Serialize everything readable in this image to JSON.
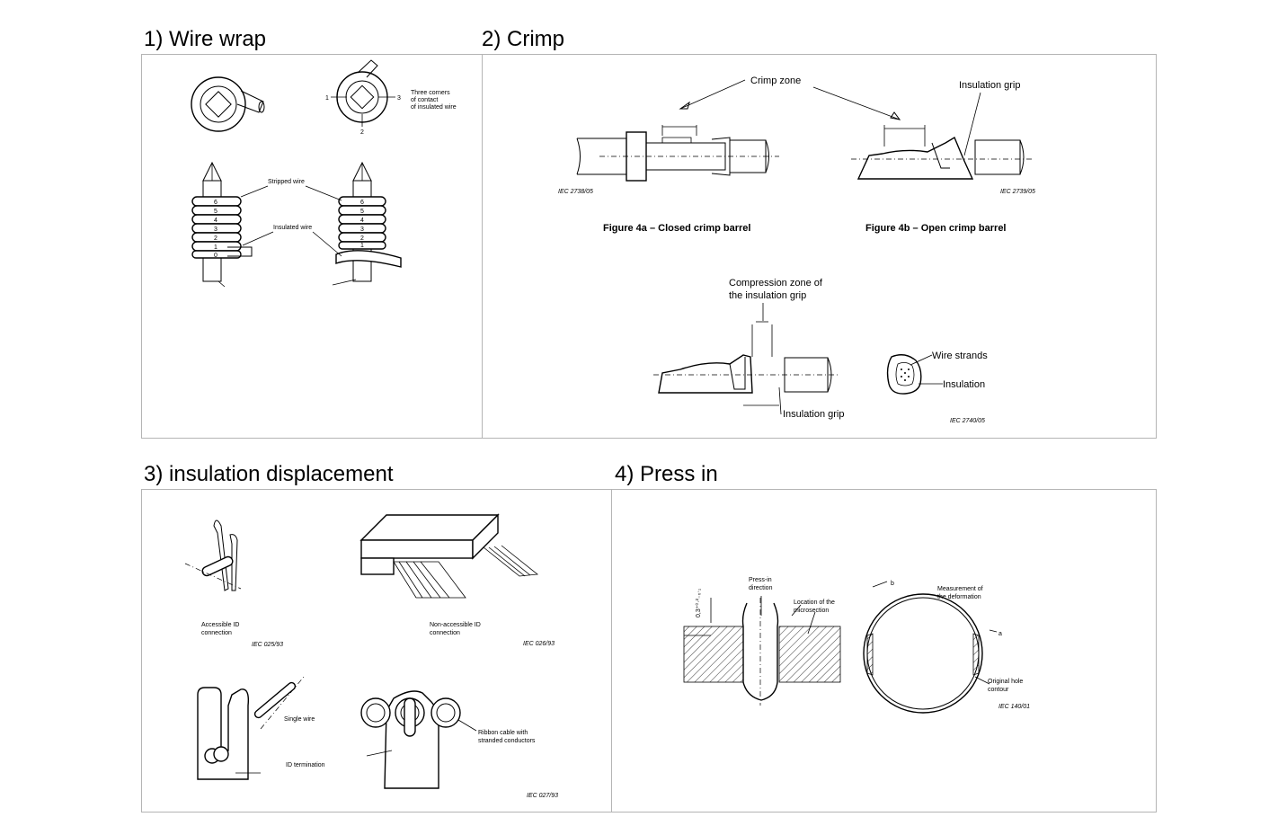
{
  "headings": {
    "wire_wrap": "1) Wire wrap",
    "crimp": "2) Crimp",
    "idc": "3) insulation displacement",
    "press_in": "4) Press in"
  },
  "wire_wrap": {
    "callout_corners": [
      "Three corners",
      "of contact",
      "of insulated wire"
    ],
    "stripped_wire": "Stripped wire",
    "insulated_wire": "Insulated wire",
    "dim_1": "1",
    "dim_2": "2",
    "dim_3": "3",
    "turns": [
      "6",
      "5",
      "4",
      "3",
      "2",
      "1",
      "0"
    ]
  },
  "crimp": {
    "crimp_zone": "Crimp zone",
    "insulation_grip_top": "Insulation grip",
    "iec_a": "IEC  2738/05",
    "iec_b": "IEC  2739/05",
    "caption_a": "Figure 4a – Closed crimp barrel",
    "caption_b": "Figure 4b – Open crimp barrel",
    "compression_zone": [
      "Compression zone of",
      "the insulation grip"
    ],
    "insulation_grip_bottom": "Insulation grip",
    "wire_strands": "Wire strands",
    "insulation": "Insulation",
    "iec_c": "IEC  2740/05"
  },
  "idc": {
    "accessible": [
      "Accessible   ID",
      "connection"
    ],
    "iec_025": "IEC  025/93",
    "non_accessible": [
      "Non-accessible ID",
      "connection"
    ],
    "iec_026": "IEC  026/93",
    "single_wire": "Single wire",
    "id_termination": "ID termination",
    "ribbon": [
      "Ribbon cable with",
      "stranded conductors"
    ],
    "iec_027": "IEC  027/93"
  },
  "press_in": {
    "dimension": "0,3⁺⁰·²₋₀·₁",
    "press_direction": [
      "Press-in",
      "direction"
    ],
    "location": [
      "Location of the",
      "microsection"
    ],
    "measurement": [
      "Measurement of",
      "the deformation"
    ],
    "label_b": "b",
    "label_a": "a",
    "original_hole": [
      "Original hole",
      "contour"
    ],
    "iec_140": "IEC  140/01"
  }
}
